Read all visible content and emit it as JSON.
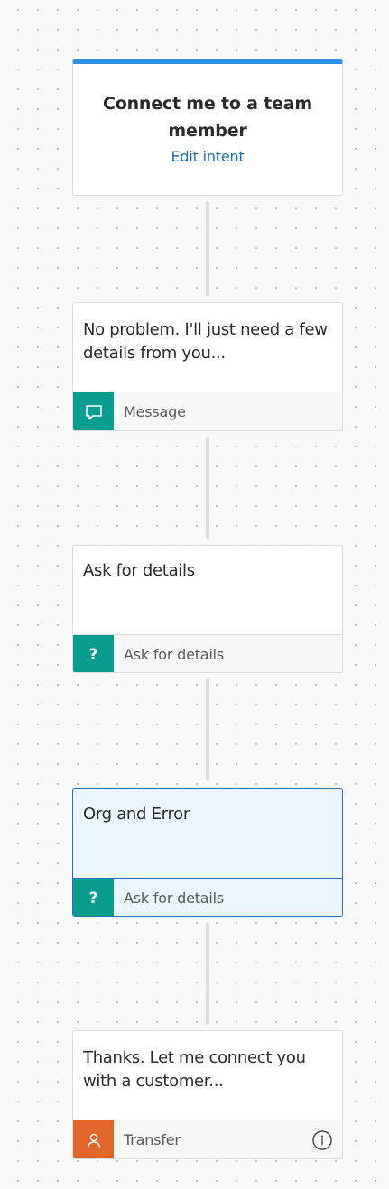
{
  "trigger": {
    "title": "Connect me to a team member",
    "link": "Edit intent"
  },
  "nodes": [
    {
      "text": "No problem. I'll just need a few details from you...",
      "type_label": "Message",
      "icon": "message-icon",
      "selected": false
    },
    {
      "text": "Ask for details",
      "type_label": "Ask for details",
      "icon": "question-icon",
      "selected": false
    },
    {
      "text": "Org and Error",
      "type_label": "Ask for details",
      "icon": "question-icon",
      "selected": true
    },
    {
      "text": "Thanks. Let me connect you with a customer...",
      "type_label": "Transfer",
      "icon": "person-icon",
      "info_icon": "info-icon",
      "selected": false
    }
  ],
  "colors": {
    "trigger_accent": "#2f8fe6",
    "link": "#1f6fad",
    "teal_icon": "#0a9e8c",
    "transfer_icon": "#e0662c",
    "selected_border": "#2b6cb8",
    "selected_fill": "#eaf5fd",
    "connector": "#d9dcde"
  }
}
